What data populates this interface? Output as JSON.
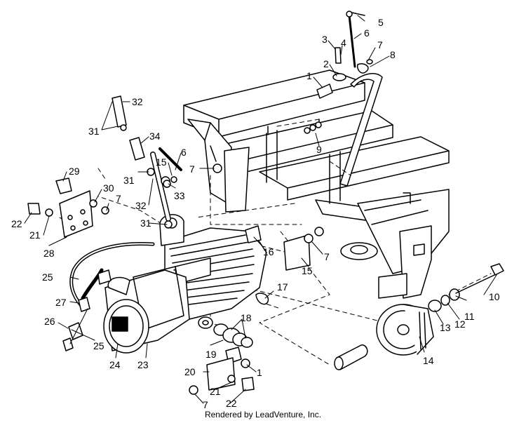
{
  "labels": {
    "p1a": "1",
    "p1b": "1",
    "p2": "2",
    "p3": "3",
    "p4": "4",
    "p5": "5",
    "p6a": "6",
    "p6b": "6",
    "p7a": "7",
    "p7b": "7",
    "p7c": "7",
    "p7d": "7",
    "p7e": "7",
    "p8": "8",
    "p9": "9",
    "p10": "10",
    "p11": "11",
    "p12": "12",
    "p13": "13",
    "p14": "14",
    "p15a": "15",
    "p15b": "15",
    "p16": "16",
    "p17": "17",
    "p18": "18",
    "p19": "19",
    "p20": "20",
    "p21a": "21",
    "p21b": "21",
    "p22a": "22",
    "p22b": "22",
    "p23": "23",
    "p24": "24",
    "p25a": "25",
    "p25b": "25",
    "p26": "26",
    "p27": "27",
    "p28": "28",
    "p29": "29",
    "p30": "30",
    "p31a": "31",
    "p31b": "31",
    "p31c": "31",
    "p32a": "32",
    "p32b": "32",
    "p33": "33",
    "p34": "34"
  },
  "footer": {
    "credit": "Rendered by LeadVenture, Inc."
  }
}
